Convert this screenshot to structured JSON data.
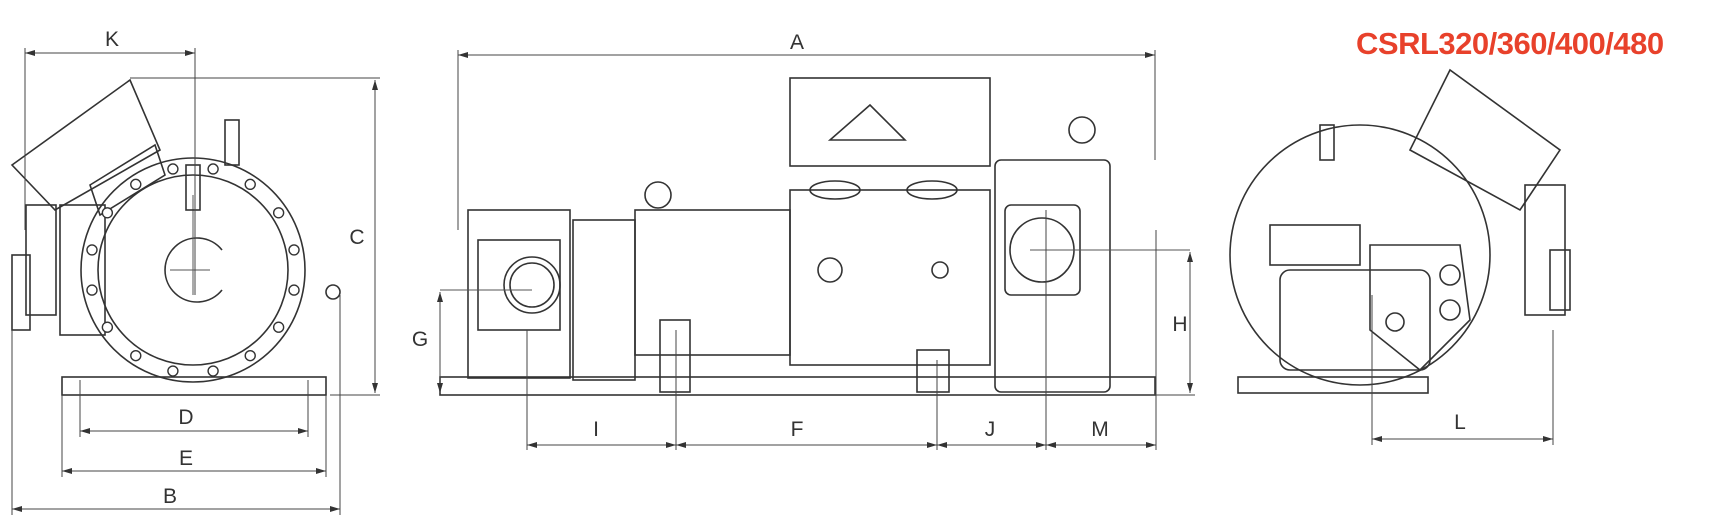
{
  "title": "CSRL320/360/400/480",
  "colors": {
    "title": "#e8412b",
    "lines": "#333333"
  },
  "dimension_labels": {
    "A": "A",
    "B": "B",
    "C": "C",
    "D": "D",
    "E": "E",
    "F": "F",
    "G": "G",
    "H": "H",
    "I": "I",
    "J": "J",
    "K": "K",
    "L": "L",
    "M": "M"
  }
}
